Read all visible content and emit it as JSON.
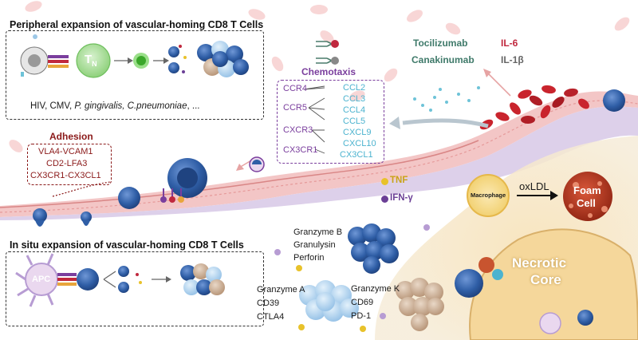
{
  "panels": {
    "peripheral": {
      "title": "Peripheral expansion of vascular-homing CD8 T Cells",
      "tn_label": "T",
      "tn_sub": "N",
      "pathogens_plain": "HIV, CMV, ",
      "pathogens_italic": "P. gingivalis, C.pneumoniae",
      "pathogens_tail": ", ..."
    },
    "insitu": {
      "title": "In situ expansion of vascular-homing CD8 T Cells",
      "apc_label": "APC"
    }
  },
  "drugs": [
    {
      "name": "Tocilizumab",
      "target": "IL-6",
      "target_color": "#c0283e"
    },
    {
      "name": "Canakinumab",
      "target": "IL-1β",
      "target_color": "#666666"
    }
  ],
  "chemotaxis": {
    "title": "Chemotaxis",
    "receptors": [
      "CCR4",
      "CCR5",
      "CXCR3",
      "CX3CR1"
    ],
    "ligands": [
      "CCL2",
      "CCL3",
      "CCL4",
      "CCL5",
      "CXCL9",
      "CXCL10",
      "CX3CL1"
    ]
  },
  "adhesion": {
    "title": "Adhesion",
    "pairs": [
      "VLA4-VCAM1",
      "CD2-LFA3",
      "CX3CR1-CX3CL1"
    ]
  },
  "cytokines": [
    {
      "label": "TNF",
      "color": "#e8c22b"
    },
    {
      "label": "IFN-γ",
      "color": "#6b3f96"
    }
  ],
  "plaque": {
    "macrophage": "Macrophage",
    "oxldl": "oxLDL",
    "foam_cell": [
      "Foam",
      "Cell"
    ],
    "necrotic_core": [
      "Necrotic",
      "Core"
    ]
  },
  "effectors": {
    "group_b": [
      "Granzyme B",
      "Granulysin",
      "Perforin"
    ],
    "group_a": [
      "Granzyme A",
      "CD39",
      "CTLA4"
    ],
    "group_k": [
      "Granzyme K",
      "CD69",
      "PD-1"
    ]
  },
  "colors": {
    "tcell_blue": "#2f5ea6",
    "tcell_light": "#a8cdeb",
    "vessel_pink": "#f3c6c6",
    "rbc_red": "#c9242d",
    "chemotaxis_purple": "#7a3e9d",
    "ligand_cyan": "#4cb3cf",
    "adhesion_red": "#8b1a1a",
    "plaque_tan": "#f2d7a4",
    "foam_red": "#b8371f"
  }
}
